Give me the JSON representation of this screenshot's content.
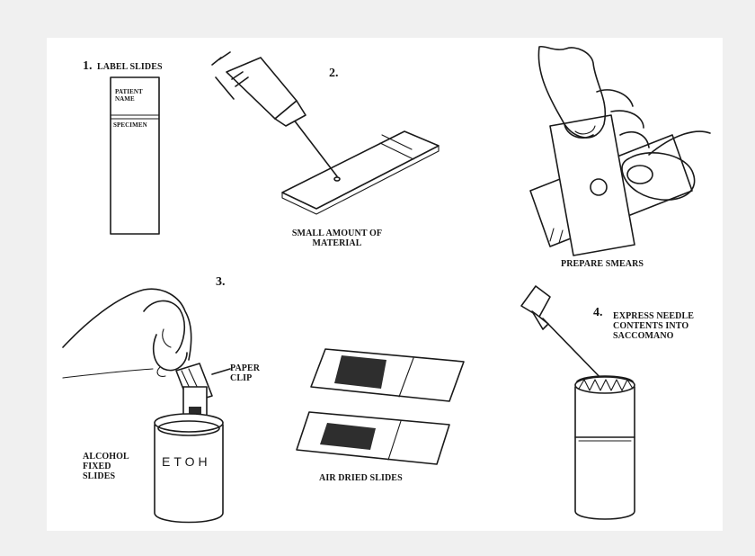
{
  "steps": {
    "step1": {
      "number": "1.",
      "title": "LABEL SLIDES",
      "slide_top": "PATIENT\nNAME",
      "slide_bottom": "SPECIMEN"
    },
    "step2": {
      "number": "2.",
      "caption": "SMALL AMOUNT OF\nMATERIAL"
    },
    "step2b": {
      "caption": "PREPARE SMEARS"
    },
    "step3": {
      "number": "3.",
      "clip_label": "PAPER\nCLIP",
      "jar_text": "ETOH",
      "left_caption": "ALCOHOL\nFIXED\nSLIDES",
      "center_caption": "AIR DRIED SLIDES"
    },
    "step4": {
      "number": "4.",
      "caption": "EXPRESS NEEDLE\nCONTENTS INTO\nSACCOMANO"
    }
  }
}
